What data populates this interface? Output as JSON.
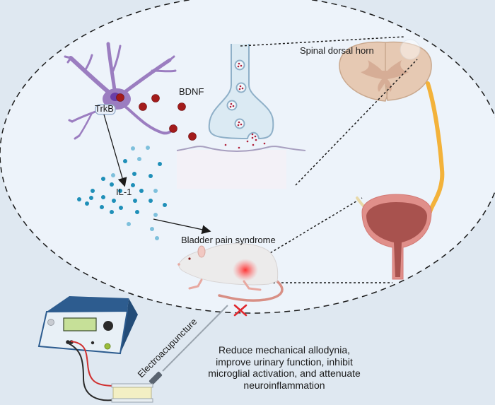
{
  "labels": {
    "trkb": "TrkB",
    "bdnf": "BDNF",
    "il1": "IL-1",
    "spinal": "Spinal dorsal horn",
    "bps": "Bladder pain syndrome",
    "ea": "Electroacupuncture"
  },
  "outcome": {
    "lines": [
      "Reduce mechanical allodynia,",
      "improve urinary function, inhibit",
      "microglial activation, and attenuate",
      "neuroinflammation"
    ]
  },
  "colors": {
    "background": "#dfe8f1",
    "ellipse_fill": "#edf3fa",
    "microglia": "#9b7dc0",
    "bdnf": "#a31b1b",
    "il1": "#1f8fb8",
    "synapse": "#8fb0c8",
    "spinal_cord": "#e6c9b3",
    "nerve": "#f3b23a",
    "bladder": "#a8524e",
    "inhibition": "#e0282e",
    "device": "#2d5c8f"
  }
}
